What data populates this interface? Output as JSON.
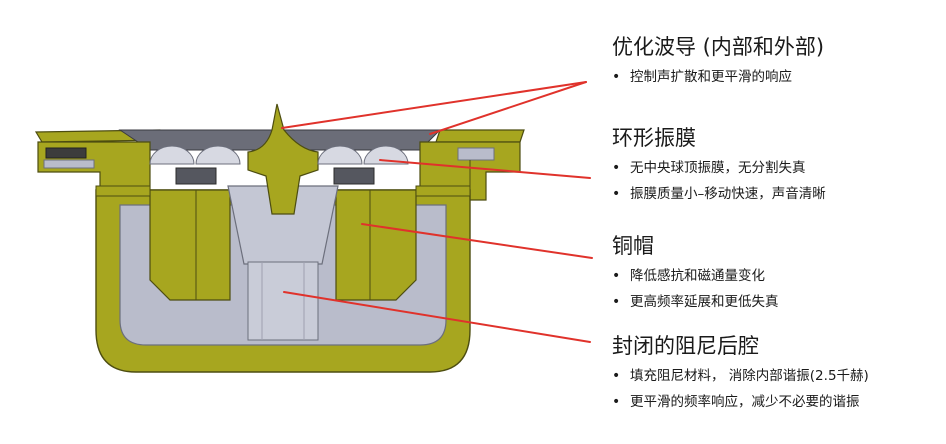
{
  "sections": [
    {
      "heading": "优化波导 (内部和外部)",
      "bullets": [
        "控制声扩散和更平滑的响应"
      ]
    },
    {
      "heading": "环形振膜",
      "bullets": [
        "无中央球顶振膜，无分割失真",
        "振膜质量小–移动快速，声音清晰"
      ]
    },
    {
      "heading": "铜帽",
      "bullets": [
        "降低感抗和磁通量变化",
        "更高频率延展和更低失真"
      ]
    },
    {
      "heading": "封闭的阻尼后腔",
      "bullets": [
        "填充阻尼材料，  消除内部谐振(2.5千赫)",
        "更平滑的频率响应，减少不必要的谐振"
      ]
    }
  ],
  "bullet_symbol": "•",
  "colors": {
    "housing": "#a7a61f",
    "housing_edge": "#4d4d10",
    "metal": "#b9bccb",
    "metal_dark": "#8d91a3",
    "diaphragm": "#d7d9e2",
    "leader_line": "#e0322b",
    "text": "#1a1a1a"
  }
}
